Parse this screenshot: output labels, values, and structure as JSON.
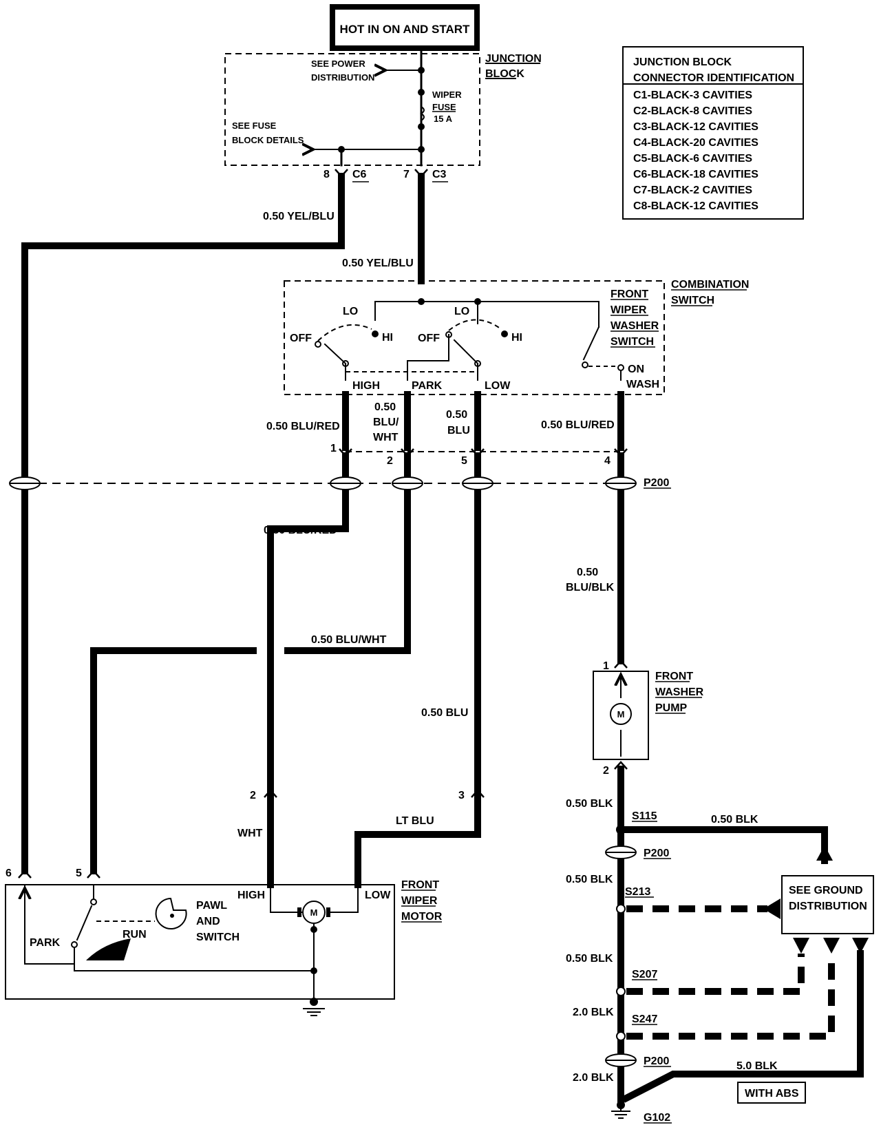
{
  "top_box": "HOT IN ON AND START",
  "junction_block": {
    "title_1": "JUNCTION",
    "title_2": "BLOCK",
    "see_power_1": "SEE POWER",
    "see_power_2": "DISTRIBUTION",
    "see_fuse_1": "SEE FUSE",
    "see_fuse_2": "BLOCK DETAILS",
    "fuse_1": "WIPER",
    "fuse_2": "FUSE",
    "fuse_3": "15 A",
    "pin_8": "8",
    "conn_c6": "C6",
    "pin_7": "7",
    "conn_c3": "C3"
  },
  "connector_table": {
    "header_1": "JUNCTION BLOCK",
    "header_2": "CONNECTOR IDENTIFICATION",
    "rows": [
      "C1-BLACK-3 CAVITIES",
      "C2-BLACK-8 CAVITIES",
      "C3-BLACK-12 CAVITIES",
      "C4-BLACK-20 CAVITIES",
      "C5-BLACK-6 CAVITIES",
      "C6-BLACK-18 CAVITIES",
      "C7-BLACK-2 CAVITIES",
      "C8-BLACK-12 CAVITIES"
    ]
  },
  "wires": {
    "yel_blu_left": "0.50 YEL/BLU",
    "yel_blu_center": "0.50 YEL/BLU",
    "blu_red_1": "0.50 BLU/RED",
    "blu_wht_1": "0.50",
    "blu_wht_2": "BLU/",
    "blu_wht_3": "WHT",
    "blu_1": "0.50",
    "blu_2": "BLU",
    "blu_red_wash": "0.50 BLU/RED",
    "blu_red_lower": "0.50 BLU/RED",
    "blu_wht_lower": "0.50 BLU/WHT",
    "blu_lower": "0.50 BLU",
    "blu_blk_1": "0.50",
    "blu_blk_2": "BLU/BLK",
    "wht": "WHT",
    "lt_blu": "LT BLU",
    "blk_1": "0.50 BLK",
    "blk_right": "0.50 BLK",
    "blk_2": "0.50 BLK",
    "blk_3": "0.50 BLK",
    "blk_20a": "2.0 BLK",
    "blk_20b": "2.0 BLK",
    "blk_50": "5.0 BLK"
  },
  "combination_switch": {
    "title_1": "COMBINATION",
    "title_2": "SWITCH",
    "lo_1": "LO",
    "hi_1": "HI",
    "off_1": "OFF",
    "lo_2": "LO",
    "hi_2": "HI",
    "off_2": "OFF",
    "high": "HIGH",
    "park": "PARK",
    "low": "LOW",
    "washer_1": "FRONT",
    "washer_2": "WIPER",
    "washer_3": "WASHER",
    "washer_4": "SWITCH",
    "on": "ON",
    "wash": "WASH"
  },
  "p200": {
    "label": "P200",
    "pin_1": "1",
    "pin_2": "2",
    "pin_5": "5",
    "pin_4": "4"
  },
  "washer_pump": {
    "title_1": "FRONT",
    "title_2": "WASHER",
    "title_3": "PUMP",
    "pin_1": "1",
    "pin_2": "2",
    "motor": "M"
  },
  "wiper_motor": {
    "title_1": "FRONT",
    "title_2": "WIPER",
    "title_3": "MOTOR",
    "high": "HIGH",
    "low": "LOW",
    "park": "PARK",
    "run": "RUN",
    "pawl_1": "PAWL",
    "pawl_2": "AND",
    "pawl_3": "SWITCH",
    "pin_6": "6",
    "pin_5": "5",
    "pin_2": "2",
    "pin_3": "3",
    "motor": "M"
  },
  "ground": {
    "s115": "S115",
    "p200_a": "P200",
    "s213": "S213",
    "s207": "S207",
    "s247": "S247",
    "p200_b": "P200",
    "g102": "G102",
    "see_ground_1": "SEE GROUND",
    "see_ground_2": "DISTRIBUTION",
    "with_abs": "WITH ABS"
  }
}
